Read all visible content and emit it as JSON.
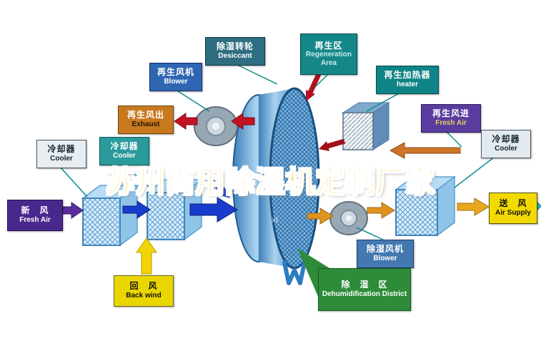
{
  "title": {
    "text": "苏州商用除湿机定制厂家"
  },
  "watermark": "xt",
  "palette": {
    "wheel_blue": "#4f93c8",
    "unit_blue": "#8fc4e8",
    "arrow_red": "#c41224",
    "arrow_dark_red": "#a01018",
    "arrow_blue": "#1a3ccc",
    "arrow_orange": "#e0941e",
    "arrow_brown_orange": "#cd7528",
    "arrow_purple": "#5a2ca0",
    "arrow_yellow": "#f2d400",
    "arrow_cyan": "#1cb6d6",
    "wedge_green": "#2e8b3a",
    "title_yellow": "#f6c60a",
    "connector_teal": "#0c8a8a"
  },
  "labels": {
    "desiccant": {
      "zh": "除湿转轮",
      "en": "Desiccant"
    },
    "regen_area": {
      "zh": "再生区",
      "en": "Regeneration Area"
    },
    "regen_blower": {
      "zh": "再生风机",
      "en": "Blower"
    },
    "regen_heater": {
      "zh": "再生加热器",
      "en": "heater"
    },
    "exhaust": {
      "zh": "再生风出",
      "en": "Exhaust"
    },
    "regen_fresh_air": {
      "zh": "再生风进",
      "en": "Fresh Air"
    },
    "cooler_left": {
      "zh": "冷却器",
      "en": "Cooler"
    },
    "cooler_mid": {
      "zh": "冷却器",
      "en": "Cooler"
    },
    "cooler_right": {
      "zh": "冷却器",
      "en": "Cooler"
    },
    "fresh_air_in": {
      "zh": "新　风",
      "en": "Fresh Air"
    },
    "air_supply": {
      "zh": "送　风",
      "en": "Air Supply"
    },
    "back_wind": {
      "zh": "回　风",
      "en": "Back wind"
    },
    "dehumid_blower": {
      "zh": "除湿风机",
      "en": "Blower"
    },
    "dehumid_district": {
      "zh": "除　湿　区",
      "en": "Dehumidification District"
    }
  }
}
